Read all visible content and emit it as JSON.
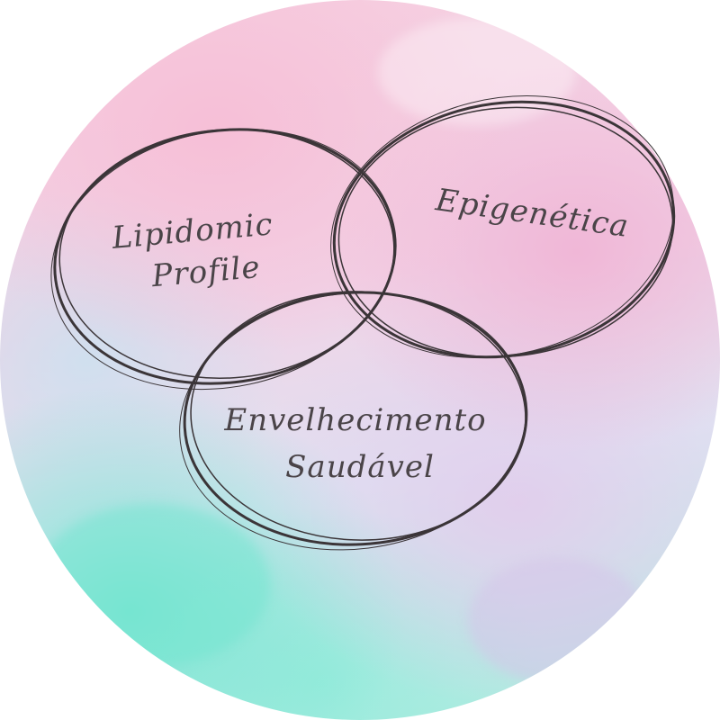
{
  "diagram": {
    "circles": [
      {
        "id": "lipidomic",
        "lines": [
          "Lipidomic",
          "Profile"
        ]
      },
      {
        "id": "epigenetica",
        "lines": [
          "Epigenética"
        ]
      },
      {
        "id": "envelhecimento",
        "lines": [
          "Envelhecimento",
          "Saudável"
        ]
      }
    ]
  },
  "colors": {
    "stroke": "#3b3538",
    "text": "#4a4448",
    "pink": "#f6bed6",
    "mint": "#78e6d2"
  }
}
